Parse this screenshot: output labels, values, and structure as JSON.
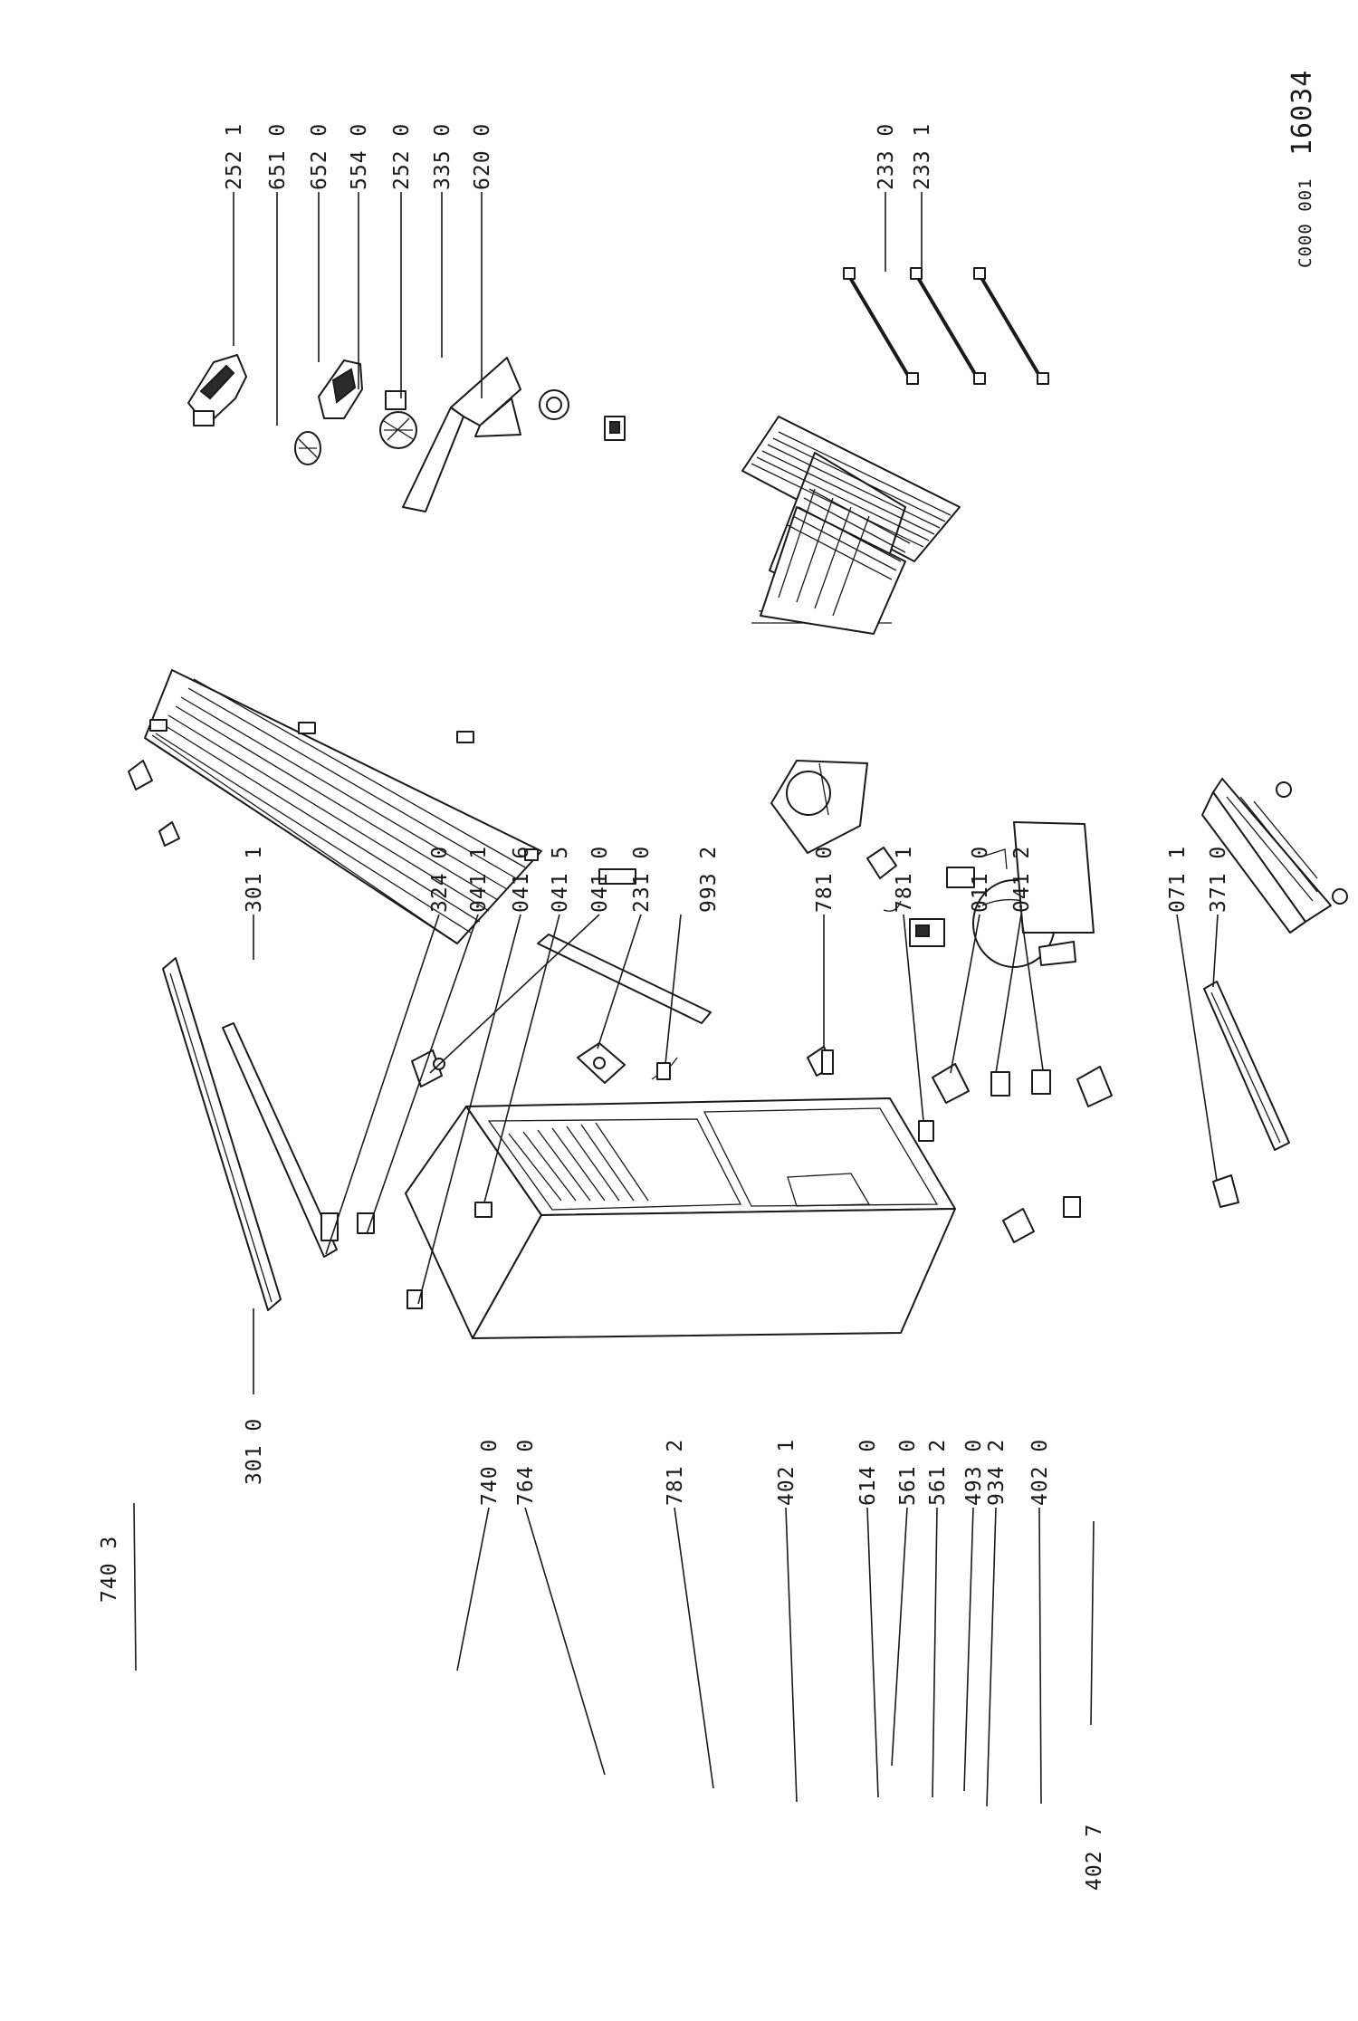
{
  "diagram": {
    "code": "C000 001",
    "drawing_number": "16034"
  },
  "callouts": {
    "c_740_3": "740 3",
    "c_740_0": "740 0",
    "c_764_0": "764 0",
    "c_781_2": "781 2",
    "c_402_1": "402 1",
    "c_614_0": "614 0",
    "c_561_0": "561 0",
    "c_561_2": "561 2",
    "c_493_0": "493 0",
    "c_934_2": "934 2",
    "c_402_0": "402 0",
    "c_402_7": "402 7",
    "c_301_0": "301 0",
    "c_301_1": "301 1",
    "c_324_0": "324 0",
    "c_041_1": "041 1",
    "c_041_6": "041 6",
    "c_041_5": "041 5",
    "c_041_0": "041 0",
    "c_231_0": "231 0",
    "c_993_2": "993 2",
    "c_781_0": "781 0",
    "c_781_1": "781 1",
    "c_011_0": "011 0",
    "c_041_2": "041 2",
    "c_071_1": "071 1",
    "c_371_0": "371 0",
    "c_252_1": "252 1",
    "c_651_0": "651 0",
    "c_652_0": "652 0",
    "c_554_0": "554 0",
    "c_252_0": "252 0",
    "c_335_0": "335 0",
    "c_620_0": "620 0",
    "c_233_0": "233 0",
    "c_233_1": "233 1"
  }
}
